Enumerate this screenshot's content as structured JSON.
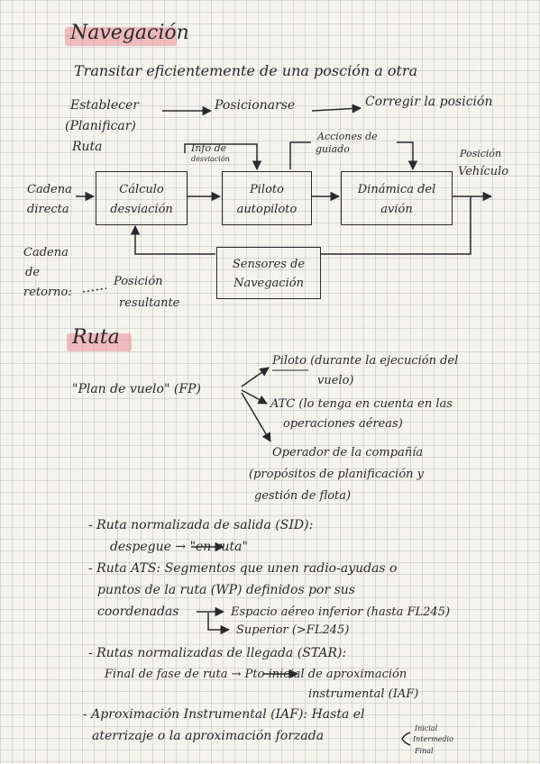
{
  "navegacion": {
    "title": "Navegación",
    "definition": "Transitar eficientemente de una posción a otra",
    "flow": {
      "step1_line1": "Establecer",
      "step1_line2": "(Planificar)",
      "step1_line3": "Ruta",
      "step2": "Posicionarse",
      "step3": "Corregir la posición"
    },
    "diagram": {
      "cadena_directa_1": "Cadena",
      "cadena_directa_2": "directa",
      "cadena_retorno_1": "Cadena",
      "cadena_retorno_2": "de",
      "cadena_retorno_3": "retorno:",
      "box_calculo_1": "Cálculo",
      "box_calculo_2": "desviación",
      "box_piloto_1": "Piloto",
      "box_piloto_2": "autopiloto",
      "box_dinamica_1": "Dinámica del",
      "box_dinamica_2": "avión",
      "box_sensores_1": "Sensores de",
      "box_sensores_2": "Navegación",
      "info_desviacion_1": "Info de",
      "info_desviacion_2": "desviación",
      "acciones_guiado_1": "Acciones de",
      "acciones_guiado_2": "guiado",
      "posicion_vehiculo_1": "Posición",
      "posicion_vehiculo_2": "Vehículo",
      "posicion_resultante_1": "Posición",
      "posicion_resultante_2": "resultante"
    }
  },
  "ruta": {
    "title": "Ruta",
    "plan_de_vuelo": "\"Plan de vuelo\" (FP)",
    "piloto_1": "Piloto (durante la ejecución del",
    "piloto_2": "vuelo)",
    "atc_1": "ATC (lo tenga en cuenta  en las",
    "atc_2": "operaciones aéreas)",
    "operador_1": "Operador de la compañía",
    "operador_2": "(propósitos de planificación y",
    "operador_3": "gestión de flota)",
    "sid_1": "- Ruta normalizada de salida (SID):",
    "sid_2": "despegue → \"en ruta\"",
    "ats_1": "- Ruta ATS: Segmentos que unen radio-ayudas o",
    "ats_2": "puntos de la ruta (WP) definidos por sus",
    "ats_3": "coordenadas",
    "ats_inferior": "Espacio aéreo inferior (hasta FL245)",
    "ats_superior": "Superior (>FL245)",
    "star_1": "- Rutas normalizadas de llegada (STAR):",
    "star_2": "Final de fase de ruta → Pto inicial de aproximación",
    "star_3": "instrumental (IAF)",
    "iaf_1": "- Aproximación Instrumental (IAF): Hasta el",
    "iaf_2": "aterrizaje o la aproximación forzada",
    "iaf_inicial": "Inicial",
    "iaf_intermedio": "Intermedio",
    "iaf_final": "Final"
  }
}
